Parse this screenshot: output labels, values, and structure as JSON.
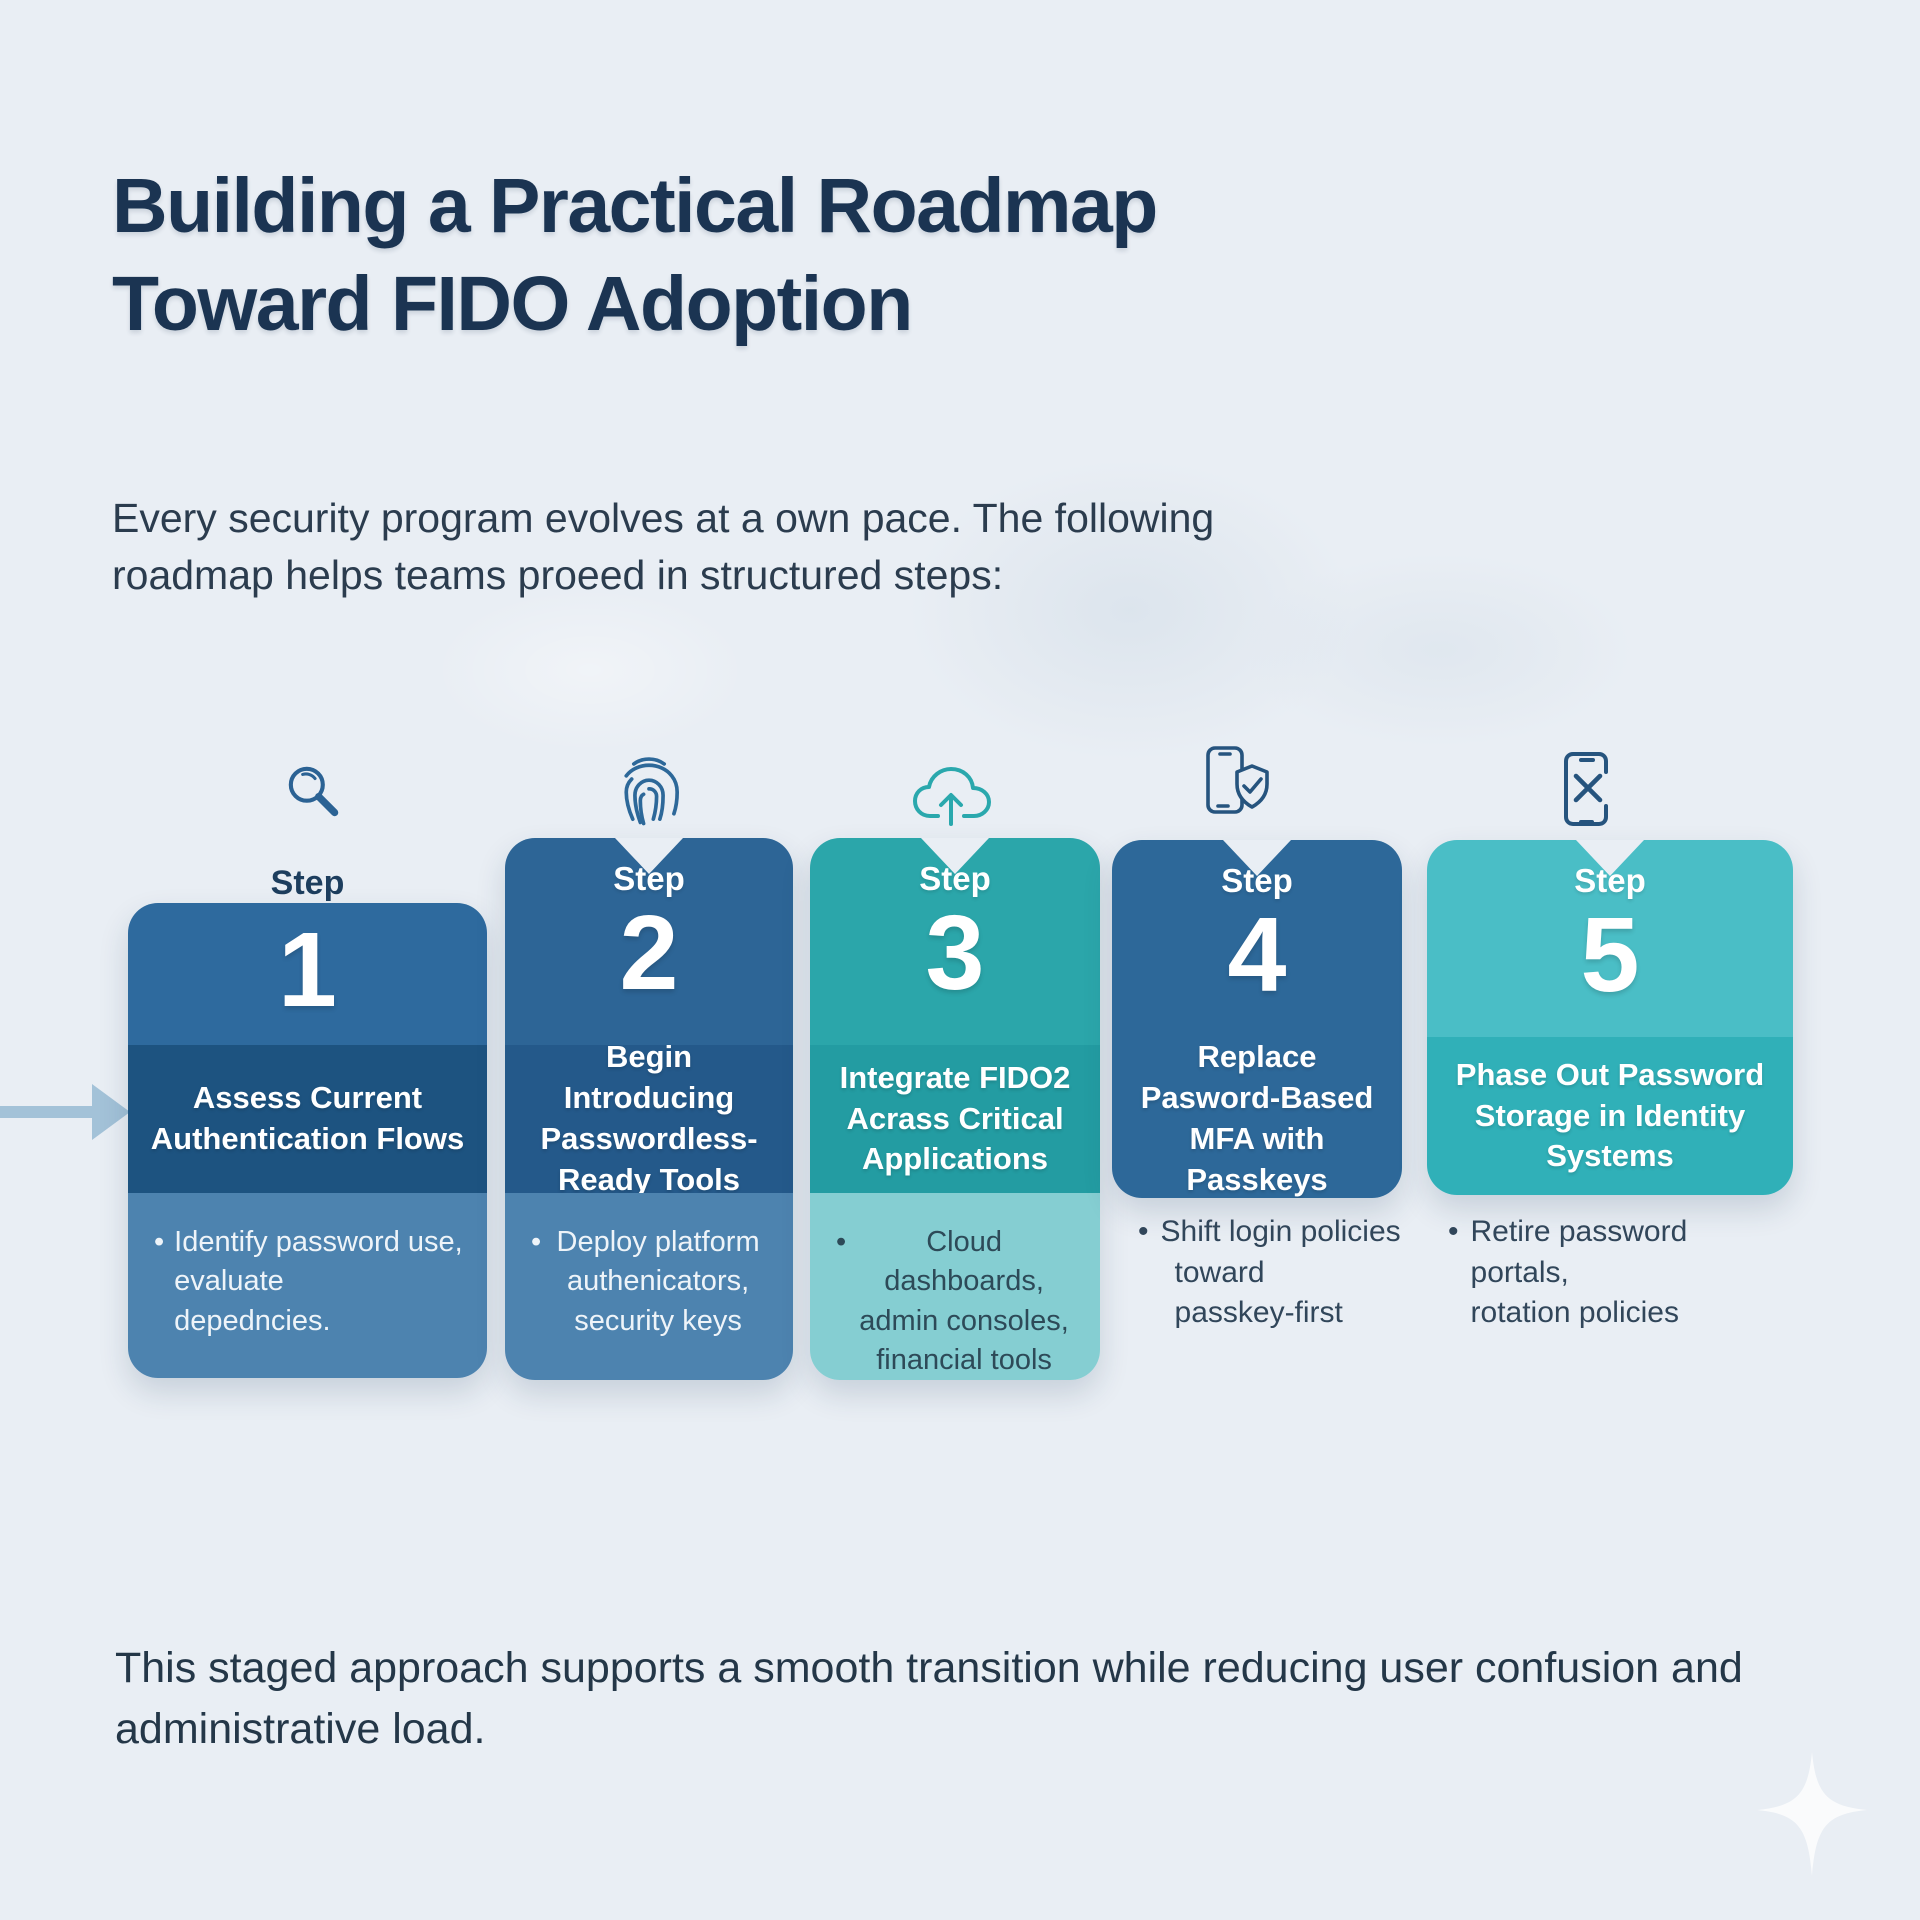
{
  "header": {
    "title_line1": "Building a Practical Roadmap",
    "title_line2": "Toward FIDO Adoption",
    "subtitle_line1": "Every security program evolves at a own pace. The following",
    "subtitle_line2": "roadmap helps teams proeed in structured steps:"
  },
  "bullet_char": "•",
  "steps": [
    {
      "label": "Step",
      "number": "1",
      "icon": "magnifier-icon",
      "title": "Assess Current Authentication Flows",
      "bullet_lines": [
        "Identify password use,",
        "evaluate",
        "depedncies."
      ]
    },
    {
      "label": "Step",
      "number": "2",
      "icon": "fingerprint-icon",
      "title": "Begin Introducing Passwordless-Ready Tools",
      "bullet_lines": [
        "Deploy platform",
        "authenicators,",
        "security keys"
      ]
    },
    {
      "label": "Step",
      "number": "3",
      "icon": "cloud-upload-icon",
      "title": "Integrate FIDO2 Acrass Critical Applications",
      "bullet_lines": [
        "Cloud dashboards,",
        "admin consoles,",
        "financial tools"
      ]
    },
    {
      "label": "Step",
      "number": "4",
      "icon": "phone-shield-check-icon",
      "title": "Replace Pasword-Based MFA with Passkeys",
      "bullet_lines": [
        "Shift login policies",
        "toward",
        "passkey-first"
      ]
    },
    {
      "label": "Step",
      "number": "5",
      "icon": "phone-x-icon",
      "title": "Phase Out Password Storage in Identity Systems",
      "bullet_lines": [
        "Retire password",
        "portals,",
        "rotation policies"
      ]
    }
  ],
  "footer": {
    "text_line1": "This staged approach supports a smooth transition while reducing user confusion and",
    "text_line2": "administrative load."
  },
  "colors": {
    "background": "#e9eef4",
    "heading_navy": "#1b3452",
    "body_text": "#2b3c4e",
    "card1_top": "#2e6a9e",
    "card1_title_band": "#1d5380",
    "card_blue_bullets_bg": "#4d83af",
    "card2_top": "#2d6596",
    "card2_title_band": "#24598a",
    "card3_top": "#2ba6aa",
    "card3_title_band": "#239ca2",
    "card3_bullets_bg": "#85ced2",
    "card4": "#2d6899",
    "card5_top": "#4abec6",
    "card5_title_band": "#30b0b8",
    "arrow": "#a3c2d8",
    "white_text": "#ffffff"
  }
}
